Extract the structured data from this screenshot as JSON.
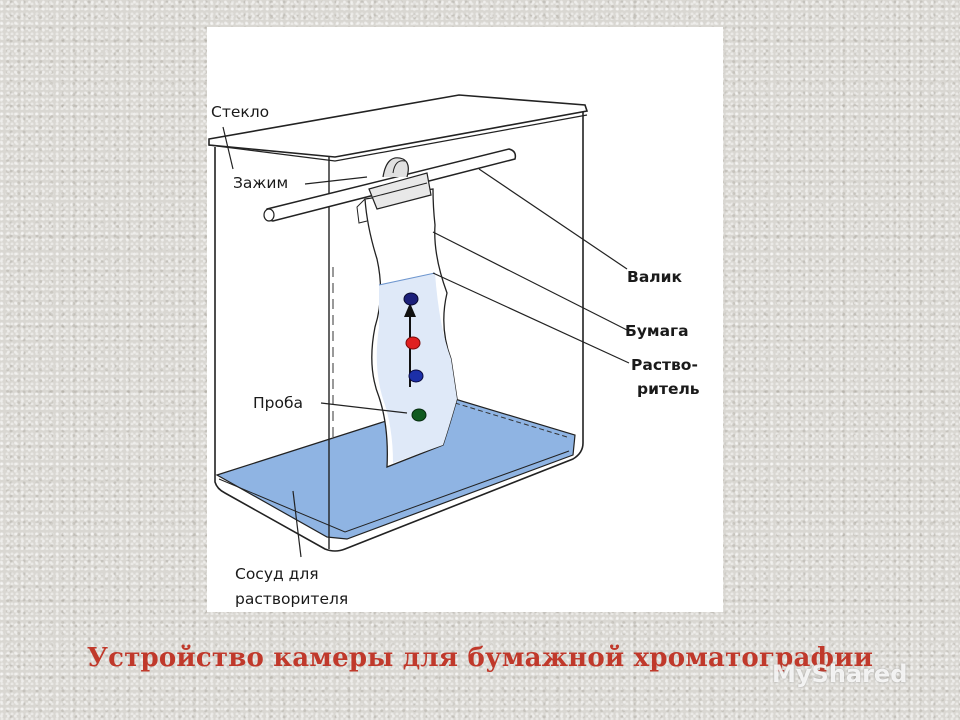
{
  "labels": {
    "glass": "Стекло",
    "clamp": "Зажим",
    "roller": "Валик",
    "paper": "Бумага",
    "solvent_line1": "Раство-",
    "solvent_line2": "ритель",
    "sample": "Проба",
    "vessel_line1": "Сосуд для",
    "vessel_line2": "растворителя"
  },
  "caption": "Устройство камеры для бумажной хроматографии",
  "watermark": "MyShared",
  "colors": {
    "solvent": "#8fb4e3",
    "solvent_edge": "#6f97cf",
    "spot_top": "#1b1f7a",
    "spot_middle": "#e02020",
    "spot_lower": "#1c2fa8",
    "spot_sample": "#0f5a1f",
    "caption": "#c0392b"
  }
}
